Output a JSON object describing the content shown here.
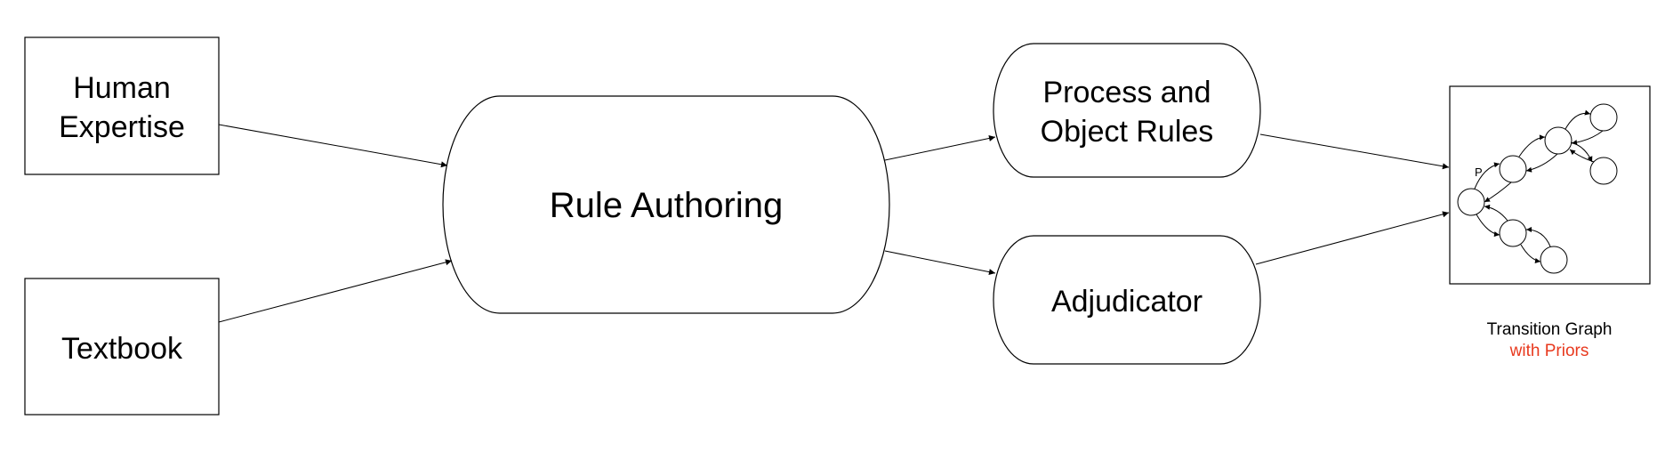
{
  "nodes": {
    "human_expertise": {
      "line1": "Human",
      "line2": "Expertise"
    },
    "textbook": {
      "label": "Textbook"
    },
    "rule_authoring": {
      "label": "Rule Authoring"
    },
    "process_rules": {
      "line1": "Process and",
      "line2": "Object Rules"
    },
    "adjudicator": {
      "label": "Adjudicator"
    },
    "transition_graph": {
      "node_marker": "P",
      "caption_line1": "Transition Graph",
      "caption_line2": "with Priors"
    }
  },
  "colors": {
    "stroke": "#000000",
    "caption_accent": "#e8391e"
  }
}
